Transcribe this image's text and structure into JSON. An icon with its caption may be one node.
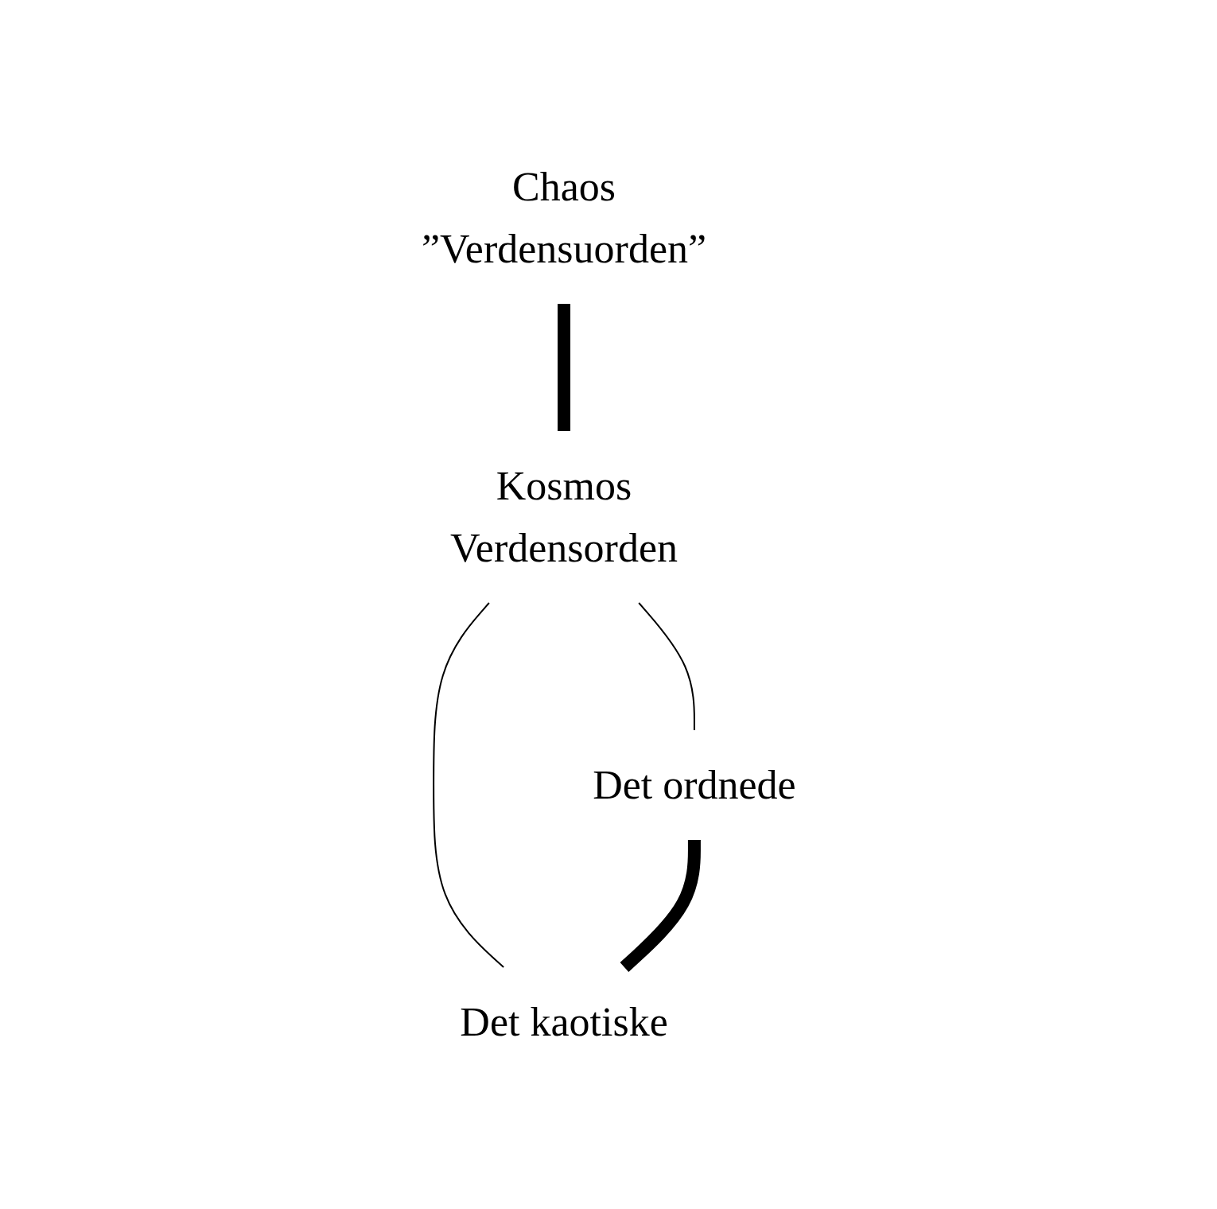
{
  "diagram": {
    "nodes": [
      {
        "text": [
          "Chaos",
          "”Verdensuorden”"
        ]
      },
      {
        "text": [
          "Kosmos",
          "Verdensorden"
        ]
      },
      {
        "text": [
          "Det ordnede"
        ]
      },
      {
        "text": [
          "Det kaotiske"
        ]
      }
    ],
    "edges": [
      {
        "from": 0,
        "to": 1,
        "arrow": "none",
        "style": "thick"
      },
      {
        "from": 1,
        "to": 2,
        "arrow": "none"
      },
      {
        "from": 1,
        "to": 3,
        "arrow": "none"
      },
      {
        "from": 2,
        "to": 3,
        "arrow": "none",
        "style": "thick"
      }
    ]
  }
}
